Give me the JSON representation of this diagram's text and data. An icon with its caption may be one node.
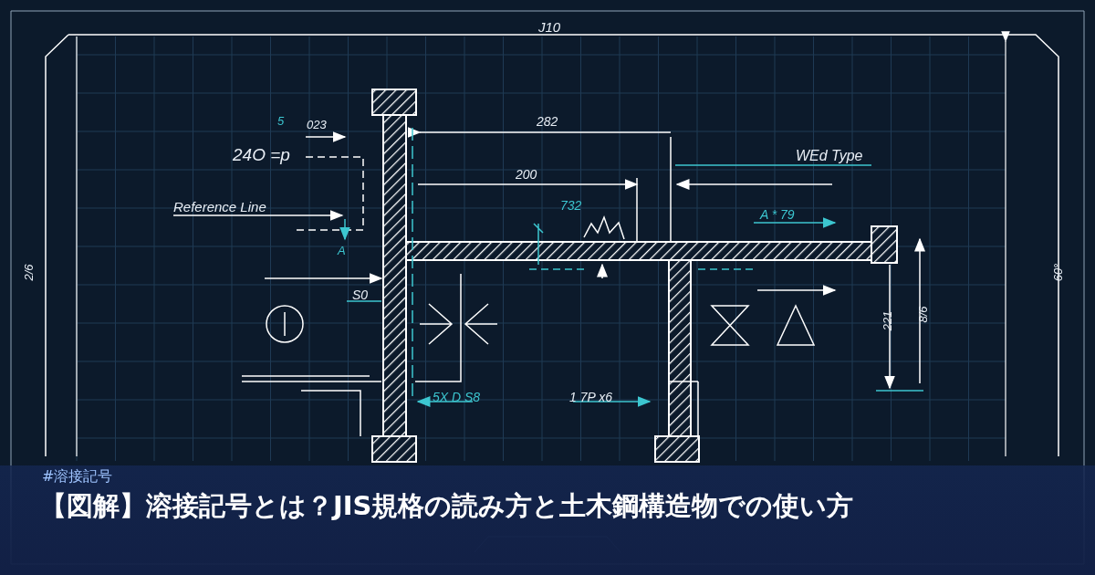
{
  "diagram": {
    "title": "【図解】溶接記号とは？JIS規格の読み方と土木鋼構造物での使い方",
    "labels": [
      "J10",
      "5",
      "023",
      "282",
      "24O =p",
      "WEd Type",
      "200",
      "Reference Line",
      "732",
      "A * 79",
      "A",
      "2/6",
      "60°",
      "S0",
      "221",
      "8/6",
      "5X D S8",
      "1 7P x6",
      "#溶接記号"
    ]
  }
}
